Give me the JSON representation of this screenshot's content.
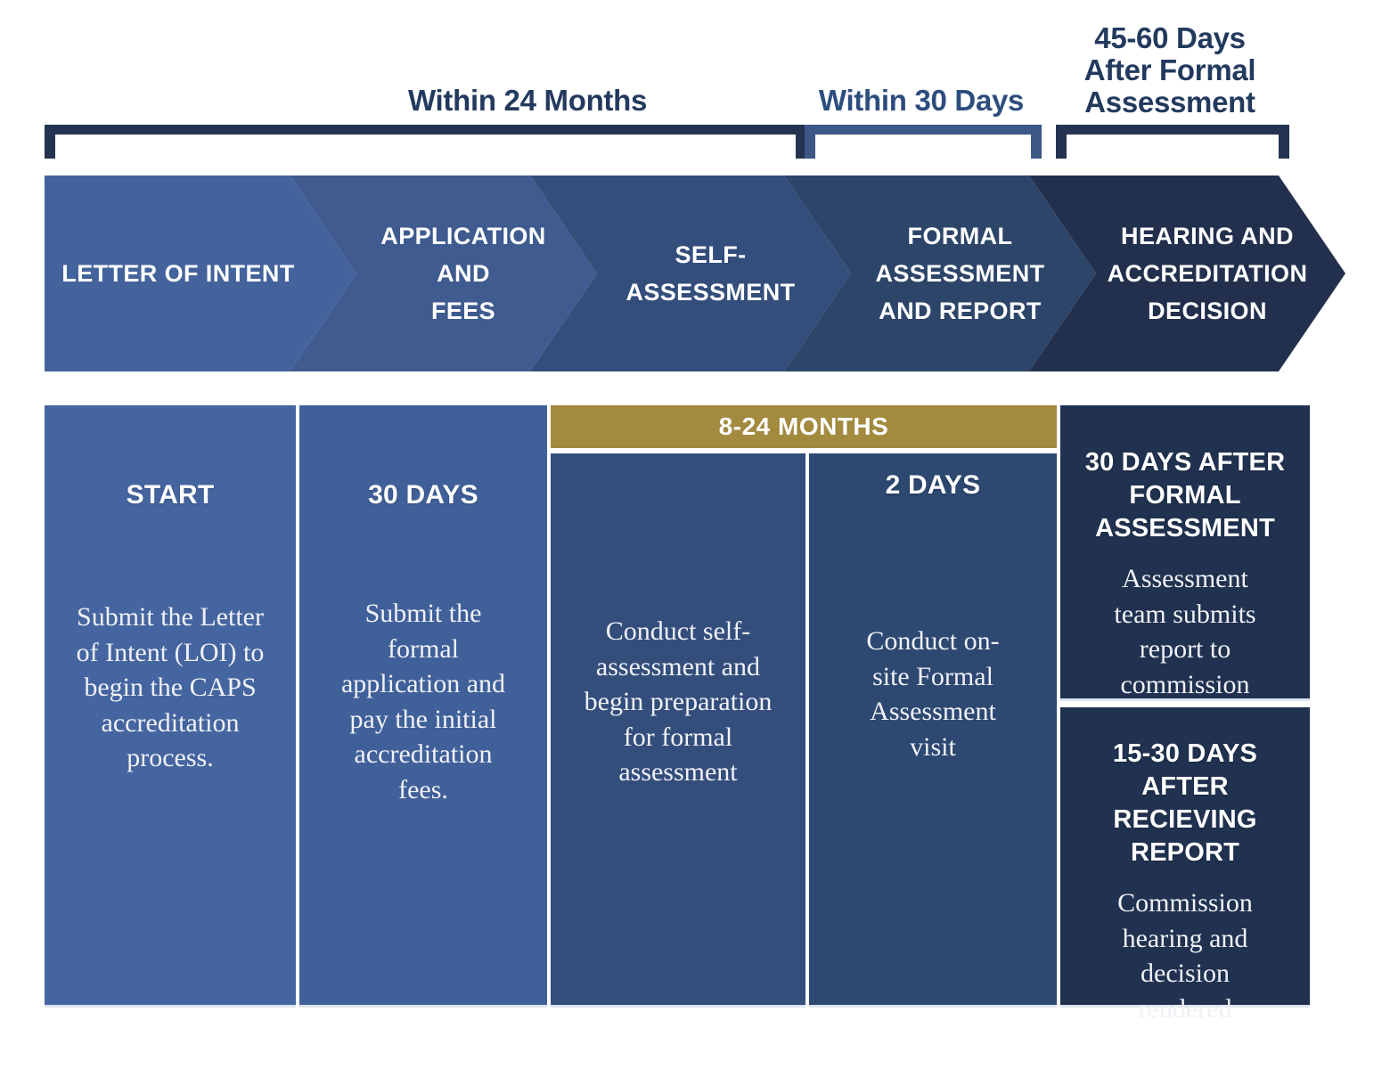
{
  "top_labels": {
    "within_24_months": "Within 24 Months",
    "within_30_days": "Within 30 Days",
    "after_formal_assessment": {
      "lines": [
        "45-60 Days",
        "After Formal",
        "Assessment"
      ]
    }
  },
  "timeline_chevrons": [
    {
      "name": "letter-of-intent",
      "lines": [
        "LETTER OF INTENT"
      ],
      "color": "#44639c"
    },
    {
      "name": "application-and-fees",
      "lines": [
        "APPLICATION AND",
        "FEES"
      ],
      "color": "#3f5b8f"
    },
    {
      "name": "self-assessment",
      "lines": [
        "SELF-",
        "ASSESSMENT"
      ],
      "color": "#344e7c"
    },
    {
      "name": "formal-assessment-and-report",
      "lines": [
        "FORMAL",
        "ASSESSMENT",
        "AND REPORT"
      ],
      "color": "#2d4569"
    },
    {
      "name": "hearing-and-accreditation-decision",
      "lines": [
        "HEARING AND",
        "ACCREDITATION",
        "DECISION"
      ],
      "color": "#22304d"
    }
  ],
  "gold_band": {
    "label": "8-24 MONTHS",
    "color": "#a28a3e"
  },
  "detail_columns": [
    {
      "header": "START",
      "body": "Submit the Letter of Intent (LOI) to begin the CAPS accreditation process.",
      "color": "#4565a0"
    },
    {
      "header": "30 DAYS",
      "body": "Submit the formal application and pay the initial accreditation fees.",
      "color": "#40609a"
    },
    {
      "header": "",
      "body": "Conduct self-assessment and begin preparation for formal assessment",
      "color": "#344e7c"
    },
    {
      "header": "2 DAYS",
      "body": "Conduct on-site Formal Assessment visit",
      "color": "#2d4871"
    }
  ],
  "right_boxes": [
    {
      "header": "30 DAYS AFTER FORMAL ASSESSMENT",
      "body": "Assessment team submits report to commission",
      "color": "#203250"
    },
    {
      "header": "15-30 DAYS AFTER RECIEVING REPORT",
      "body": "Commission hearing and decision rendered",
      "color": "#203250"
    }
  ],
  "colors": {
    "bracket_dark_navy": "#24334f",
    "bracket_medium_blue": "#3d5787",
    "title_navy": "#233a5e",
    "title_blue": "#2d4d7e",
    "gold": "#a28a3e",
    "background": "#ffffff"
  }
}
